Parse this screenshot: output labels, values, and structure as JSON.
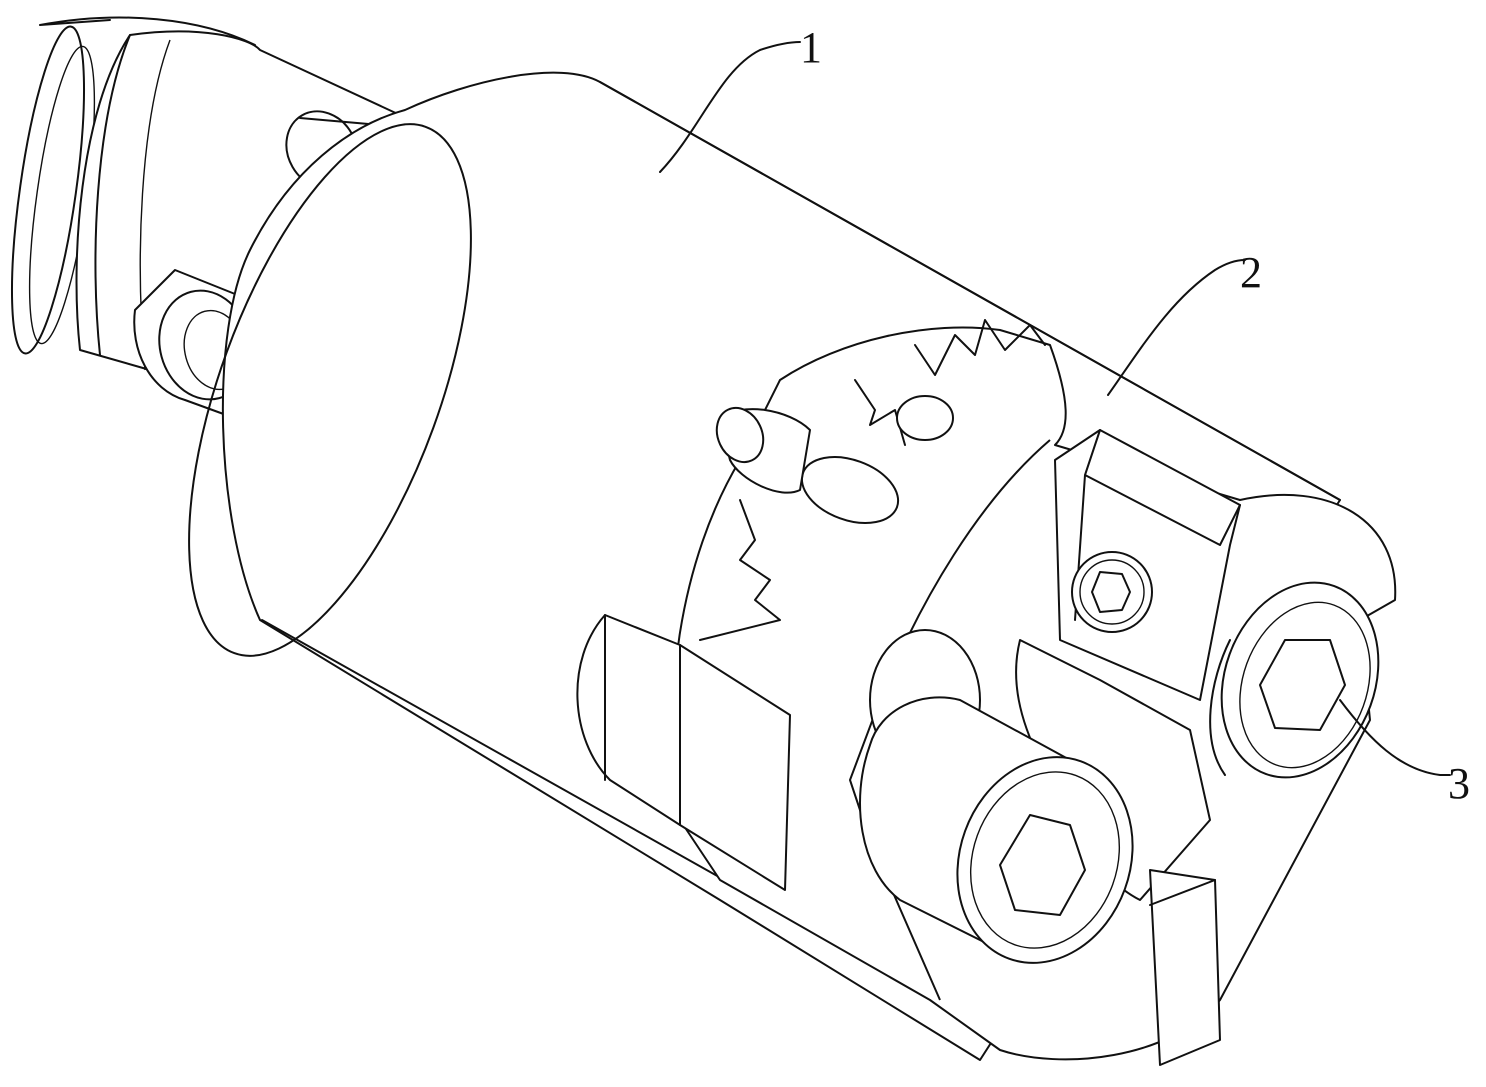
{
  "labels": [
    {
      "id": "1",
      "text": "1"
    },
    {
      "id": "2",
      "text": "2"
    },
    {
      "id": "3",
      "text": "3"
    }
  ]
}
